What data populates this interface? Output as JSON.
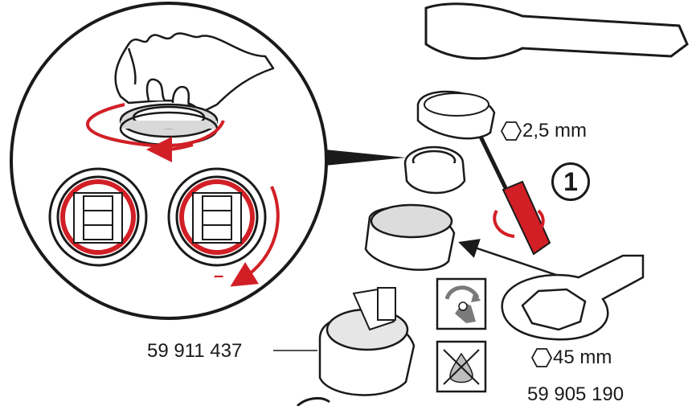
{
  "hex_screw_size": "2,5 mm",
  "hex_wrench_size": "45 mm",
  "part_number_cartridge": "59 911 437",
  "part_number_wrench": "59 905 190",
  "step_number": "1",
  "direction_sign": "–",
  "colors": {
    "accent_red": "#d21f26",
    "line": "#1a1a1a",
    "fill_gray": "#efefef"
  },
  "icons": [
    "hand-icon",
    "wrench-rotate-icon",
    "no-grease-icon",
    "hex-icon"
  ]
}
